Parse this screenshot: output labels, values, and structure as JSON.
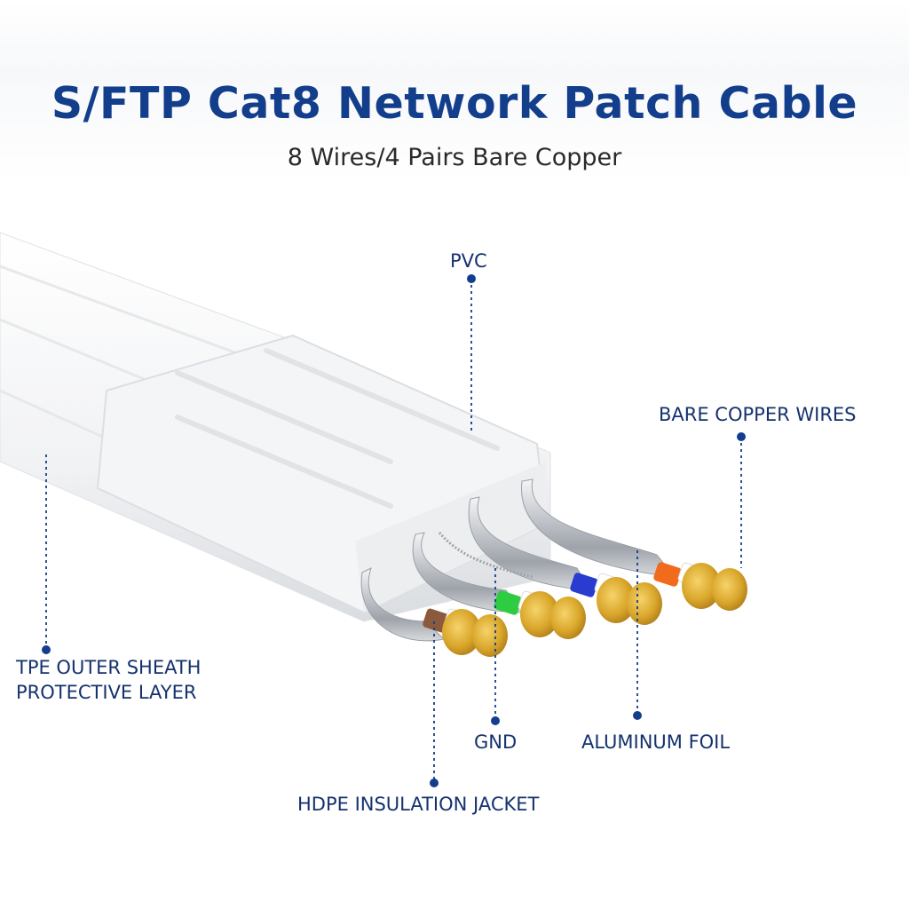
{
  "header": {
    "title": "S/FTP Cat8 Network Patch Cable",
    "subtitle": "8 Wires/4 Pairs Bare Copper"
  },
  "labels": {
    "pvc": "PVC",
    "bare_copper": "BARE COPPER WIRES",
    "tpe_line1": "TPE OUTER SHEATH",
    "tpe_line2": "PROTECTIVE LAYER",
    "gnd": "GND",
    "aluminum_foil": "ALUMINUM FOIL",
    "hdpe": "HDPE INSULATION JACKET"
  },
  "colors": {
    "title": "#123e8c",
    "callout": "#15326e",
    "pair_1": "#8b5a3c",
    "pair_2": "#2ecc40",
    "pair_3": "#2a3bd0",
    "pair_4": "#f26a1b",
    "copper": "#d4a020"
  }
}
